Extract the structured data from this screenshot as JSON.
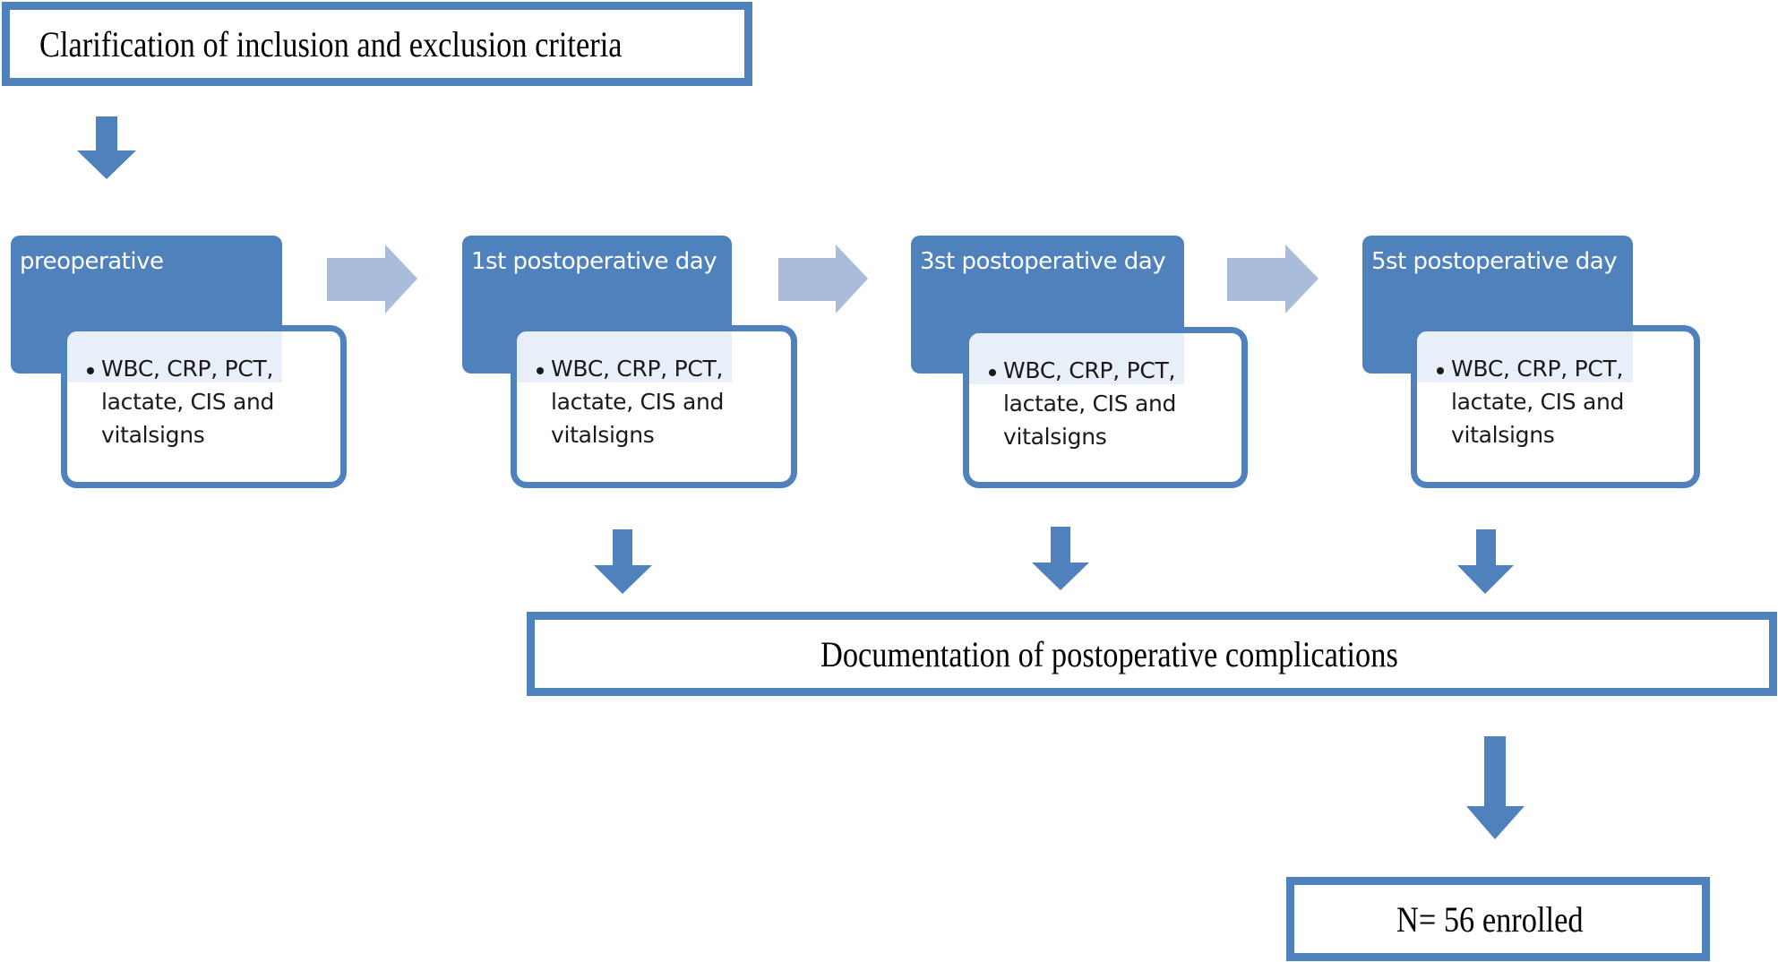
{
  "diagram": {
    "top_box": "Clarification of inclusion and exclusion criteria",
    "stages": [
      {
        "title": "preoperative",
        "detail": "WBC, CRP, PCT, lactate, CIS and vitalsigns"
      },
      {
        "title": "1st postoperative day",
        "detail": "WBC, CRP, PCT, lactate, CIS and vitalsigns"
      },
      {
        "title": "3st postoperative day",
        "detail": "WBC, CRP, PCT, lactate, CIS and vitalsigns"
      },
      {
        "title": "5st postoperative day",
        "detail": "WBC, CRP, PCT, lactate, CIS and vitalsigns"
      }
    ],
    "documentation_box": "Documentation of postoperative complications",
    "enrolled_box": "N= 56 enrolled"
  },
  "colors": {
    "primary_blue": "#4f81bd",
    "light_arrow": "#a9bcdc",
    "tint": "#e9eff8"
  }
}
